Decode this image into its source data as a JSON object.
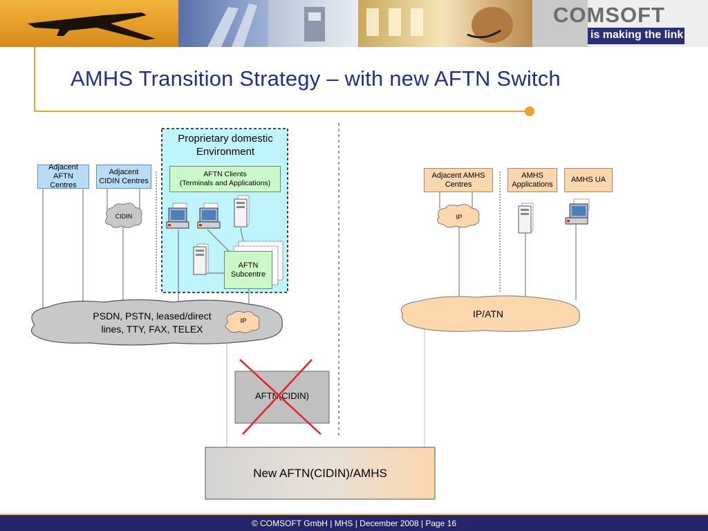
{
  "banner": {
    "brand_name": "COMSOFT",
    "tagline": "is making the link"
  },
  "slide": {
    "title": "AMHS Transition Strategy – with new AFTN Switch"
  },
  "diagram": {
    "domestic_env_label": "Proprietary domestic Environment",
    "aftn_clients_line1": "AFTN Clients",
    "aftn_clients_line2": "(Terminals and Applications)",
    "adjacent_aftn": "Adjacent AFTN Centres",
    "adjacent_cidin": "Adjacent CIDIN Centres",
    "cidin_cloud": "CIDIN",
    "aftn_subcentre": "AFTN Subcentre",
    "psdn_cloud_line1": "PSDN, PSTN, leased/direct",
    "psdn_cloud_line2": "lines, TTY, FAX, TELEX",
    "ip_cloud_left": "IP",
    "aftn_cidin_box": "AFTN(CIDIN)",
    "new_switch": "New AFTN(CIDIN)/AMHS",
    "adjacent_amhs": "Adjacent AMHS Centres",
    "amhs_applications": "AMHS Applications",
    "amhs_ua": "AMHS UA",
    "ip_cloud_right": "IP",
    "ipatn_cloud": "IP/ATN"
  },
  "footer": {
    "text": "© COMSOFT GmbH | MHS | December 2008 | Page 16"
  },
  "colors": {
    "title": "#1f2f8a",
    "accent_orange": "#f0a030",
    "footer_bg": "#25256a",
    "domestic_env_bg": "#bff4fc",
    "adjacent_box_blue": "#b8dcf8",
    "amhs_box_orange": "#fcd6ac",
    "cloud_gray": "#c8c8c8",
    "cloud_orange": "#fcd6ac",
    "cross_red": "#e8202a"
  }
}
